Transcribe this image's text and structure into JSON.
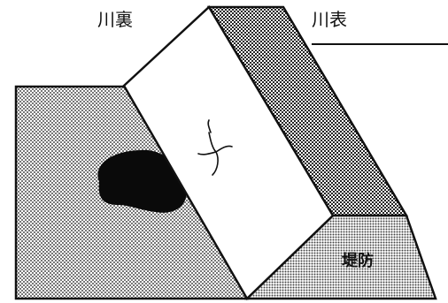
{
  "labels": {
    "landside": "川裏",
    "riverside": "川表",
    "embankment": "堤防"
  },
  "colors": {
    "ink": "#111111",
    "background": "#ffffff",
    "hatch_light": "#777777",
    "hatch_dark": "#333333"
  }
}
